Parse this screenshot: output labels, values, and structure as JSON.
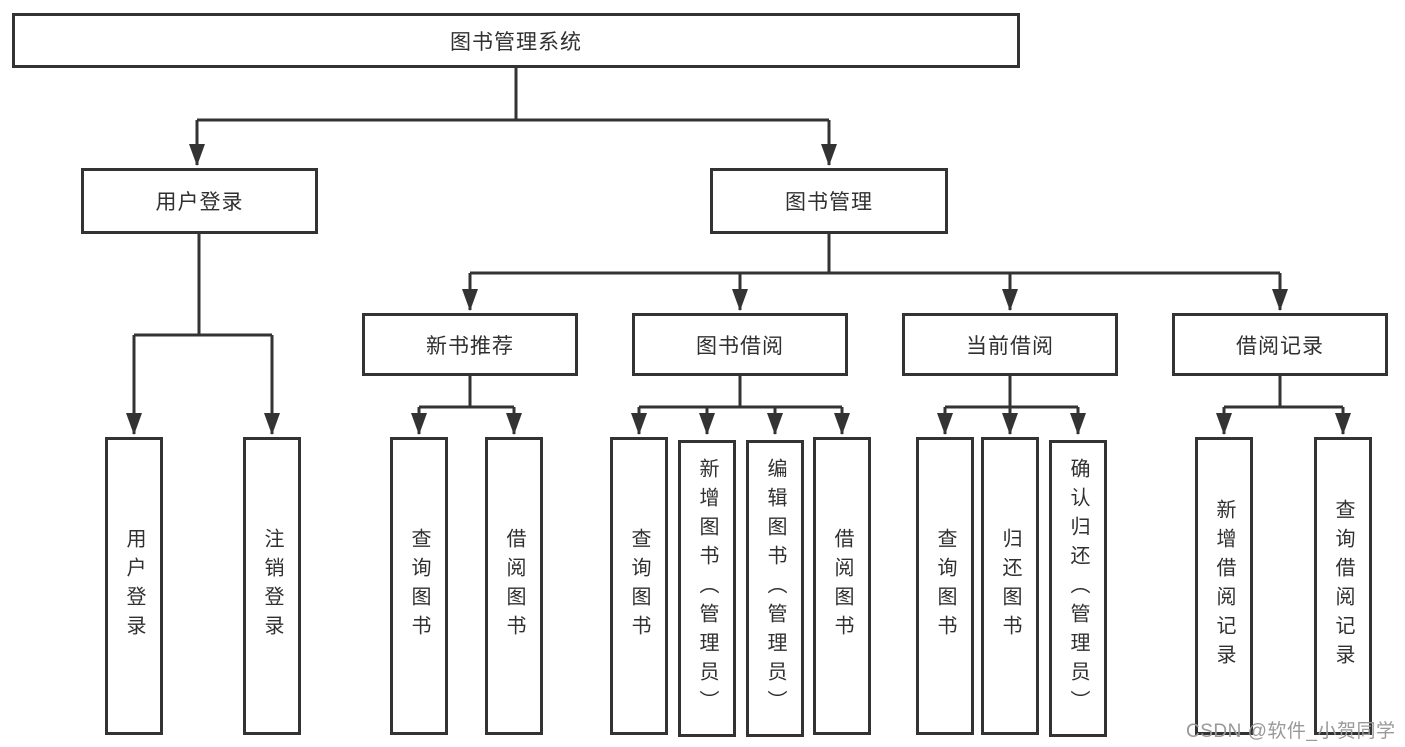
{
  "colors": {
    "line": "#333333",
    "box_border": "#333333",
    "box_background": "#ffffff",
    "text": "#303030",
    "watermark": "#999999",
    "page_background": "#ffffff"
  },
  "watermark": {
    "text": "CSDN @软件_小贺同学"
  },
  "tree": {
    "label": "图书管理系统",
    "children": [
      {
        "label": "用户登录",
        "children": [
          {
            "label": "用户登录"
          },
          {
            "label": "注销登录"
          }
        ]
      },
      {
        "label": "图书管理",
        "children": [
          {
            "label": "新书推荐",
            "children": [
              {
                "label": "查询图书"
              },
              {
                "label": "借阅图书"
              }
            ]
          },
          {
            "label": "图书借阅",
            "children": [
              {
                "label": "查询图书"
              },
              {
                "label": "新增图书（管理员）"
              },
              {
                "label": "编辑图书（管理员）"
              },
              {
                "label": "借阅图书"
              }
            ]
          },
          {
            "label": "当前借阅",
            "children": [
              {
                "label": "查询图书"
              },
              {
                "label": "归还图书"
              },
              {
                "label": "确认归还（管理员）"
              }
            ]
          },
          {
            "label": "借阅记录",
            "children": [
              {
                "label": "新增借阅记录"
              },
              {
                "label": "查询借阅记录"
              }
            ]
          }
        ]
      }
    ]
  }
}
